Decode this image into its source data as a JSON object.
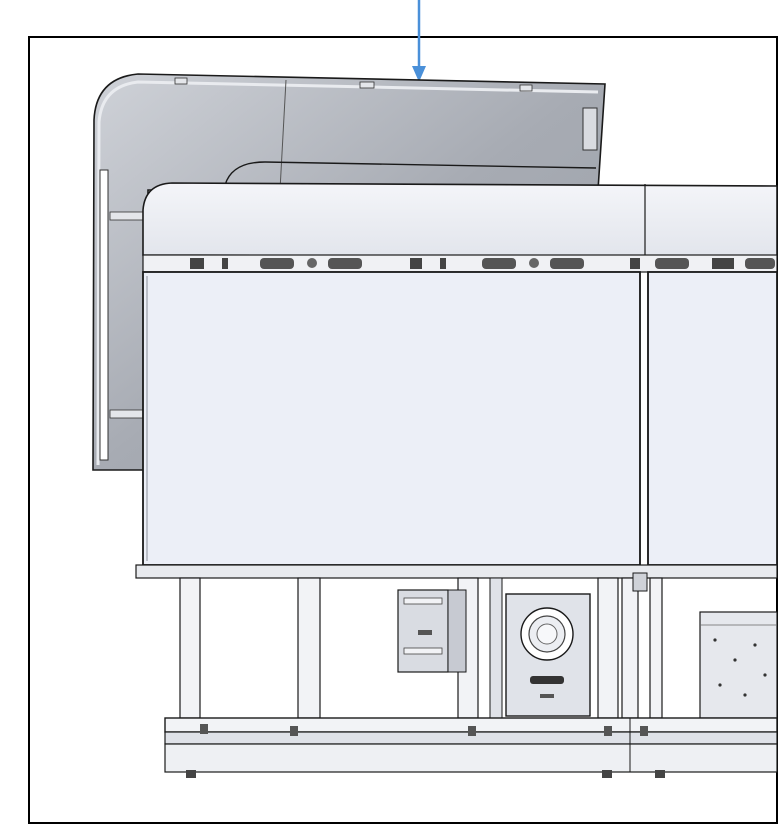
{
  "diagram": {
    "labels": [],
    "callout": {
      "arrow_color": "#4a90d9",
      "icon": "down-arrow-icon"
    },
    "colors": {
      "panel": "#eceff7",
      "panel_shade": "#dde1ea",
      "cover": "#a7abb3",
      "cover_light": "#cfd2d8",
      "metal": "#d5d8de",
      "line": "#1a1a1a",
      "frame": "#000000"
    },
    "components": [
      "rear-cover-panel",
      "top-bezel",
      "display-panel-left",
      "display-panel-right",
      "base-frame",
      "camera-unit",
      "codec-module",
      "speaker-bar",
      "floor-rail"
    ]
  }
}
